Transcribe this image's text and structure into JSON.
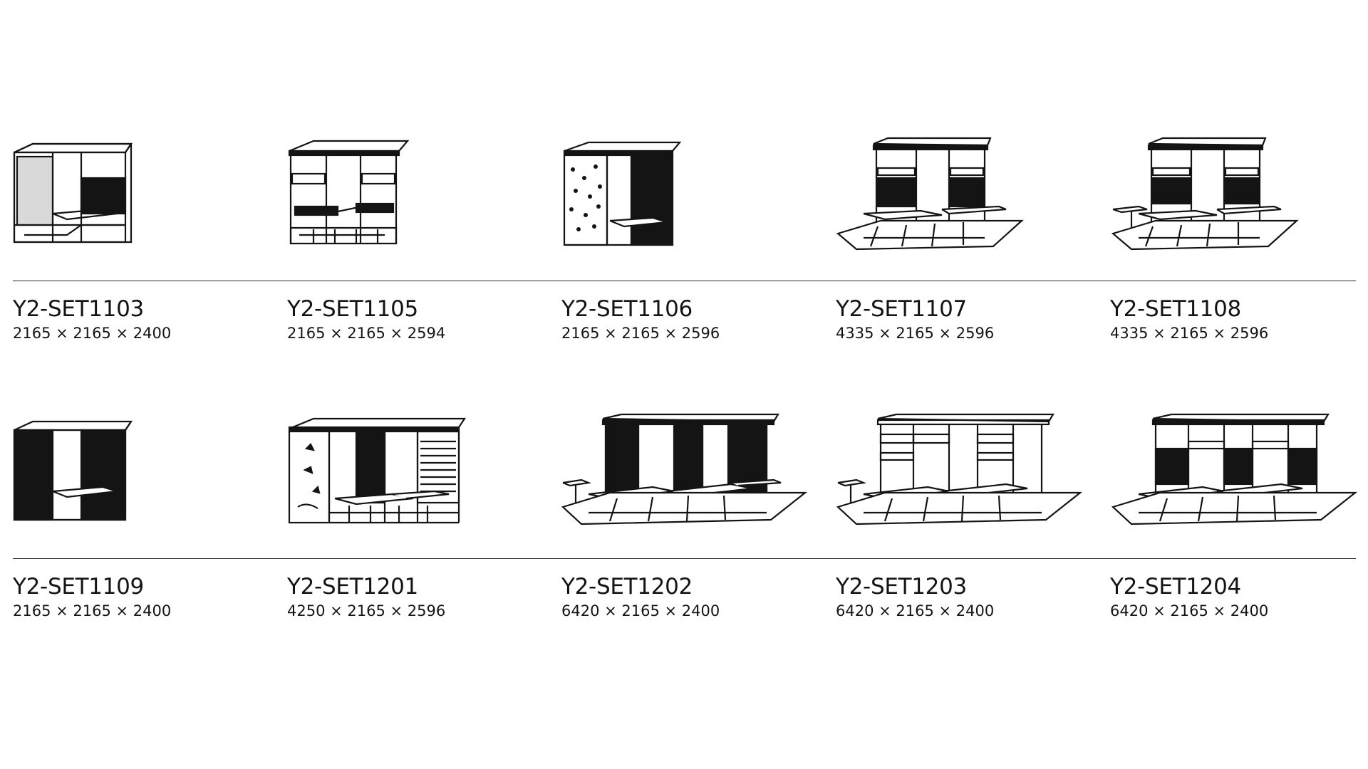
{
  "products": {
    "row1": [
      {
        "code": "Y2-SET1103",
        "dimensions": "2165 × 2165 × 2400"
      },
      {
        "code": "Y2-SET1105",
        "dimensions": "2165 × 2165 × 2594"
      },
      {
        "code": "Y2-SET1106",
        "dimensions": "2165 × 2165 × 2596"
      },
      {
        "code": "Y2-SET1107",
        "dimensions": "4335 × 2165 × 2596"
      },
      {
        "code": "Y2-SET1108",
        "dimensions": "4335 × 2165 × 2596"
      }
    ],
    "row2": [
      {
        "code": "Y2-SET1109",
        "dimensions": "2165 × 2165 × 2400"
      },
      {
        "code": "Y2-SET1201",
        "dimensions": "4250 × 2165 × 2596"
      },
      {
        "code": "Y2-SET1202",
        "dimensions": "6420 × 2165 × 2400"
      },
      {
        "code": "Y2-SET1203",
        "dimensions": "6420 × 2165 × 2400"
      },
      {
        "code": "Y2-SET1204",
        "dimensions": "6420 × 2165 × 2400"
      }
    ]
  },
  "colors": {
    "ink": "#141414",
    "rule": "#2a2a2a",
    "panel_fill": "#d9d9d9"
  }
}
